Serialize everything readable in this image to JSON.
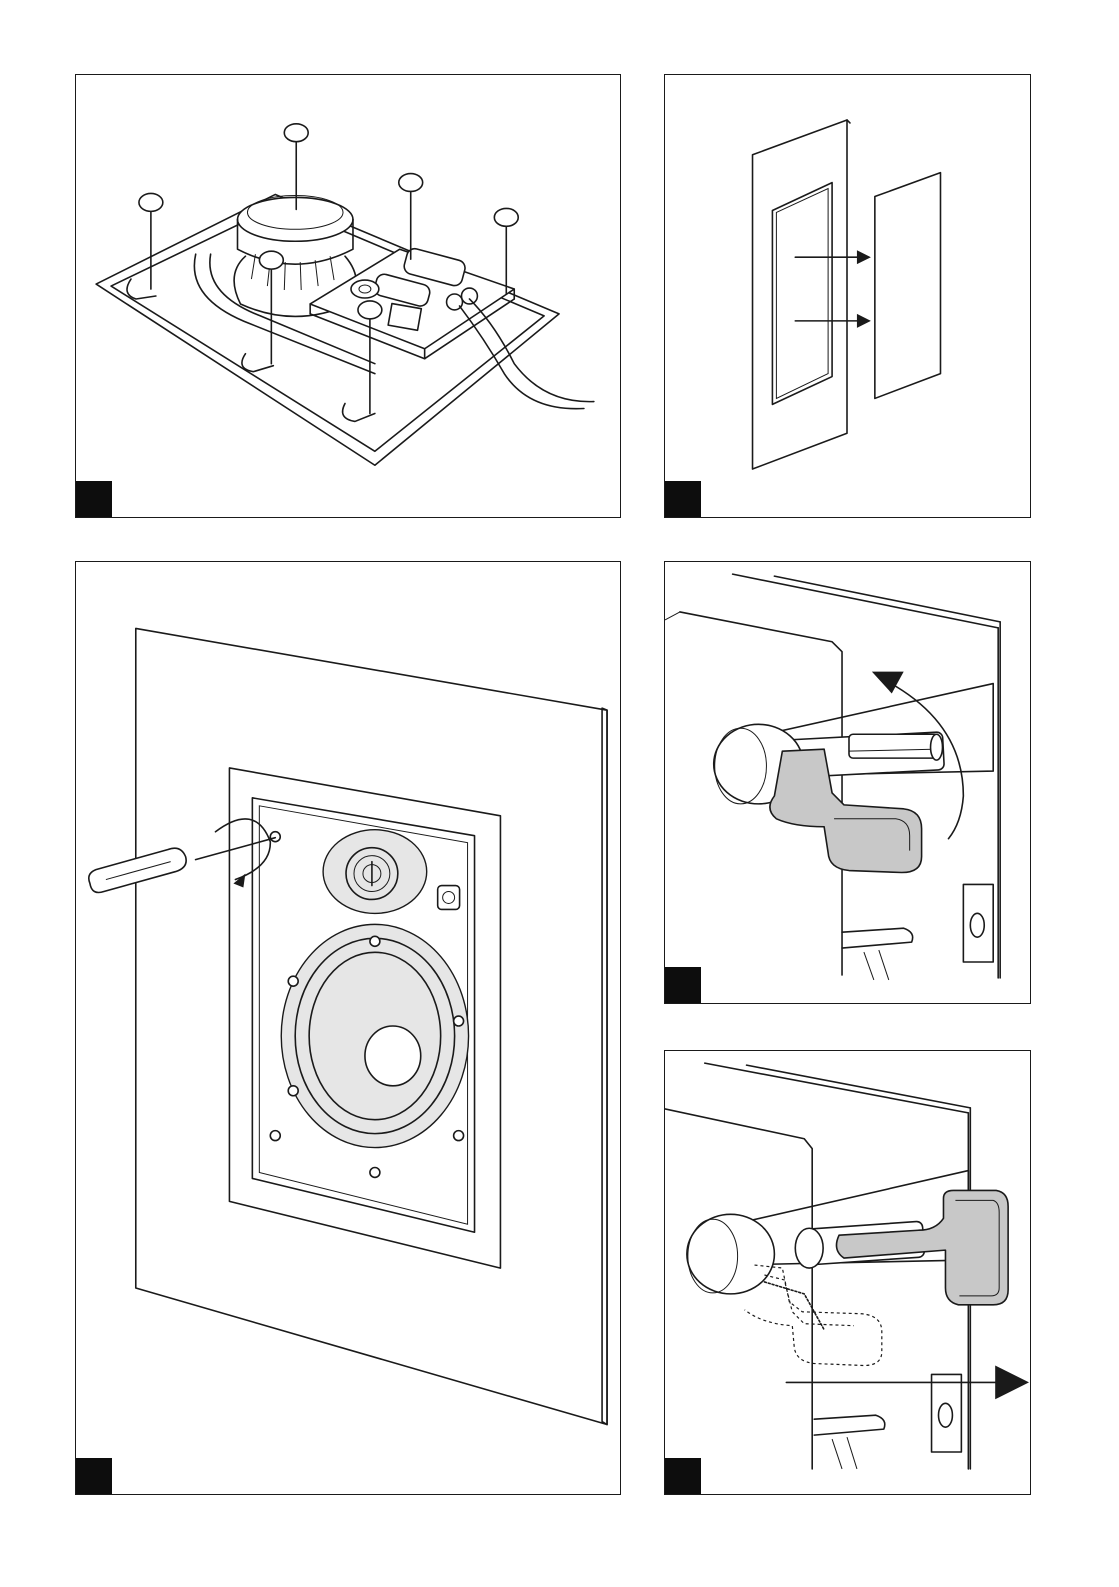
{
  "page": {
    "panels": [
      {
        "id": "p1",
        "subject": "speaker-rear-assembly"
      },
      {
        "id": "p2",
        "subject": "grille-removal"
      },
      {
        "id": "p3",
        "subject": "speaker-installed-in-wall"
      },
      {
        "id": "p4",
        "subject": "mounting-clamp-rotate"
      },
      {
        "id": "p5",
        "subject": "mounting-clamp-tighten"
      }
    ],
    "colors": {
      "line": "#1a1a1a",
      "marker": "#0d0d0d",
      "clamp": "#c8c8c8",
      "background": "#ffffff"
    }
  }
}
